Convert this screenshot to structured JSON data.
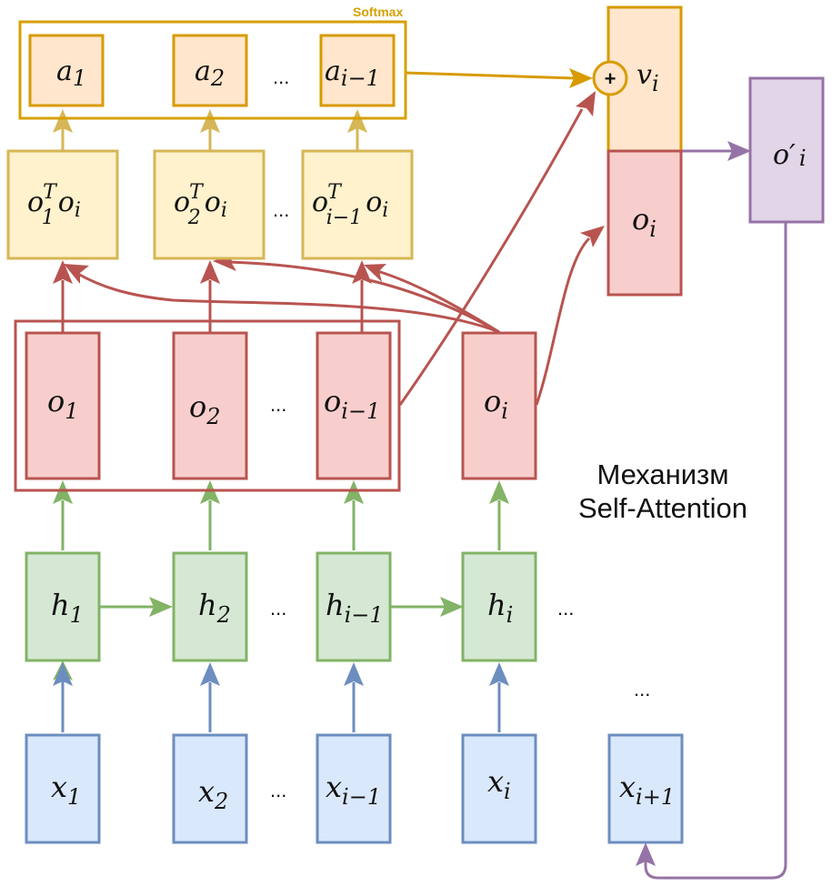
{
  "title": {
    "line1": "Механизм",
    "line2": "Self-Attention"
  },
  "softmax_label": "Softmax",
  "ellipsis": "...",
  "inputs": [
    {
      "base": "x",
      "sub": "1"
    },
    {
      "base": "x",
      "sub": "2"
    },
    {
      "base": "x",
      "sub": "i−1"
    },
    {
      "base": "x",
      "sub": "i"
    },
    {
      "base": "x",
      "sub": "i+1"
    }
  ],
  "hidden": [
    {
      "base": "h",
      "sub": "1"
    },
    {
      "base": "h",
      "sub": "2"
    },
    {
      "base": "h",
      "sub": "i−1"
    },
    {
      "base": "h",
      "sub": "i"
    }
  ],
  "outputs": [
    {
      "base": "o",
      "sub": "1"
    },
    {
      "base": "o",
      "sub": "2"
    },
    {
      "base": "o",
      "sub": "i−1"
    },
    {
      "base": "o",
      "sub": "i"
    }
  ],
  "scores": [
    {
      "sup": "T",
      "sub1": "1",
      "rest": "o",
      "sub2": "i"
    },
    {
      "sup": "T",
      "sub1": "2",
      "rest": "o",
      "sub2": "i"
    },
    {
      "sup": "T",
      "sub1": "i−1",
      "rest": "o",
      "sub2": "i"
    }
  ],
  "weights": [
    {
      "base": "a",
      "sub": "1"
    },
    {
      "base": "a",
      "sub": "2"
    },
    {
      "base": "a",
      "sub": "i−1"
    }
  ],
  "context": {
    "base": "v",
    "sub": "i",
    "op": "+"
  },
  "concat_output": {
    "base": "o",
    "sub": "i"
  },
  "final_output": {
    "base": "o′",
    "sub": "i"
  },
  "colors": {
    "blue_fill": "#dae8fc",
    "blue_stroke": "#6c8ebf",
    "green_fill": "#d5e8d4",
    "green_stroke": "#82b366",
    "red_fill": "#f8cecc",
    "red_stroke": "#b85450",
    "yellow_fill": "#fff2cc",
    "yellow_stroke": "#d6b656",
    "orange_fill": "#ffe6cc",
    "orange_stroke": "#d79b00",
    "purple_fill": "#e1d5e7",
    "purple_stroke": "#9673a6"
  }
}
